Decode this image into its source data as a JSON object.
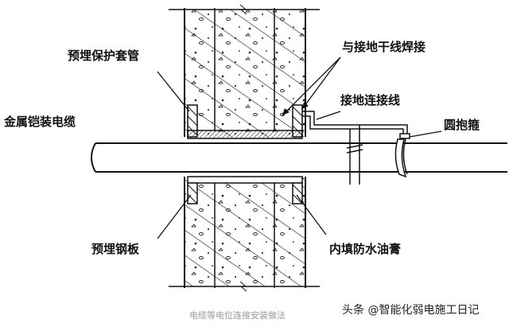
{
  "labels": {
    "embedded_sleeve": "预埋保护套管",
    "ground_weld": "与接地干线焊接",
    "armored_cable": "金属铠装电缆",
    "ground_wire": "接地连接线",
    "hoop_clamp": "圆抱箍",
    "embedded_plate": "预埋钢板",
    "waterproof_fill": "内填防水油膏"
  },
  "caption": "电缆等电位连接安装做法",
  "watermark": "头条 @智能化弱电施工日记"
}
